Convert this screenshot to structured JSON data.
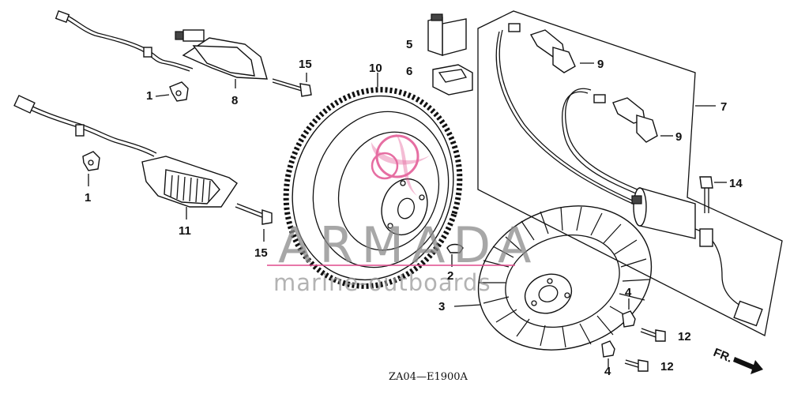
{
  "diagram": {
    "callouts": {
      "p1a": "1",
      "p1b": "1",
      "p2": "2",
      "p3": "3",
      "p4a": "4",
      "p4b": "4",
      "p5": "5",
      "p6": "6",
      "p7": "7",
      "p8": "8",
      "p9a": "9",
      "p9b": "9",
      "p10": "10",
      "p11": "11",
      "p12a": "12",
      "p12b": "12",
      "p14": "14",
      "p15a": "15",
      "p15b": "15"
    },
    "diagram_code": "ZA04—E1900A",
    "direction_label": "FR.",
    "watermark": {
      "brand": "ARMADA",
      "tagline": "marine-outboards",
      "logo_color": "#e04a8c"
    }
  }
}
